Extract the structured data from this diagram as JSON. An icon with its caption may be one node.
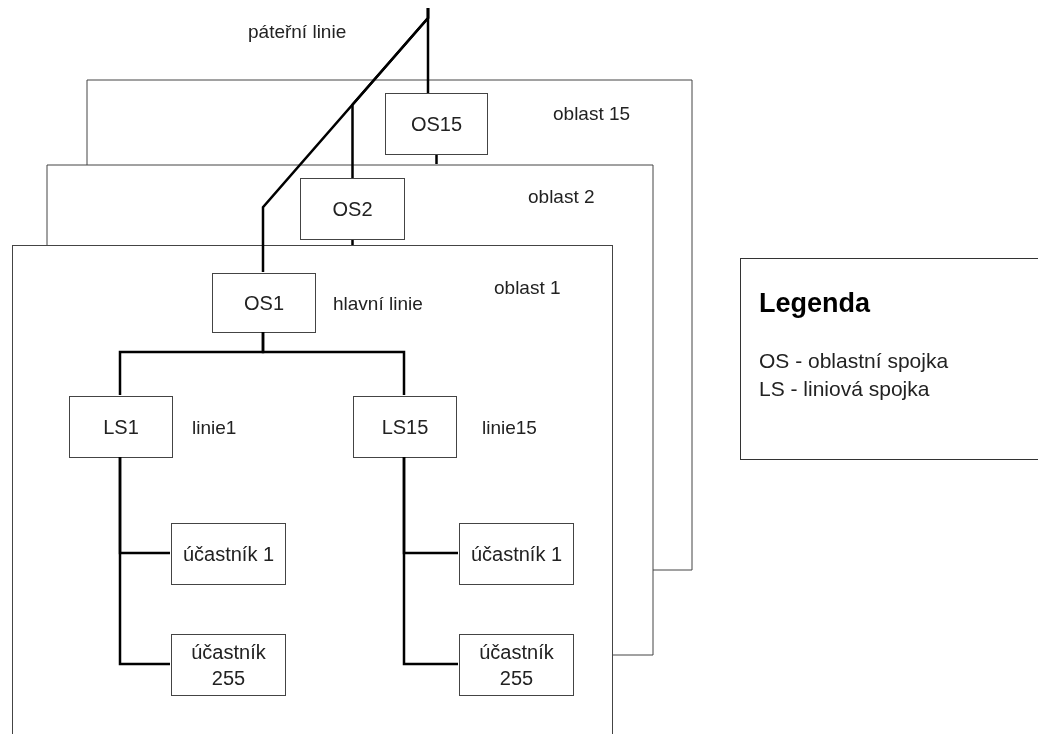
{
  "diagram": {
    "nodes": [
      {
        "text": [
          "oblast 15"
        ]
      },
      {
        "text": [
          "OS15"
        ]
      },
      {
        "text": [
          "oblast 2"
        ]
      },
      {
        "text": [
          "OS2"
        ]
      },
      {
        "text": [
          "oblast 1"
        ]
      },
      {
        "text": [
          "OS1"
        ],
        "in": 4,
        "beside": [
          "hlavní linie"
        ]
      },
      {
        "text": [
          "LS1"
        ],
        "in": 4,
        "beside": [
          "linie1"
        ]
      },
      {
        "text": [
          "účastník 1"
        ],
        "in": 4
      },
      {
        "text": [
          "účastník 255"
        ],
        "in": 4
      },
      {
        "text": [
          "LS15"
        ],
        "in": 4,
        "beside": [
          "linie15"
        ]
      },
      {
        "text": [
          "účastník 1"
        ],
        "in": 4
      },
      {
        "text": [
          "účastník 255"
        ],
        "in": 4
      },
      {
        "text": [
          "Legenda",
          "OS - oblastní spojka",
          "LS - liniová spojka"
        ]
      }
    ],
    "edges": [
      {
        "from": null,
        "to": 1,
        "arrow": "none"
      },
      {
        "from": null,
        "to": 3,
        "arrow": "none"
      },
      {
        "from": null,
        "to": 5,
        "arrow": "none"
      },
      {
        "from": 1,
        "to": null,
        "arrow": "none"
      },
      {
        "from": 3,
        "to": 4,
        "arrow": "none"
      },
      {
        "from": 5,
        "to": 6,
        "arrow": "none"
      },
      {
        "from": 5,
        "to": 9,
        "arrow": "none"
      },
      {
        "from": 6,
        "to": 7,
        "arrow": "none"
      },
      {
        "from": 6,
        "to": 8,
        "arrow": "none"
      },
      {
        "from": 9,
        "to": 10,
        "arrow": "none"
      },
      {
        "from": 9,
        "to": 11,
        "arrow": "none"
      }
    ],
    "labels": [
      "páteřní linie"
    ]
  }
}
